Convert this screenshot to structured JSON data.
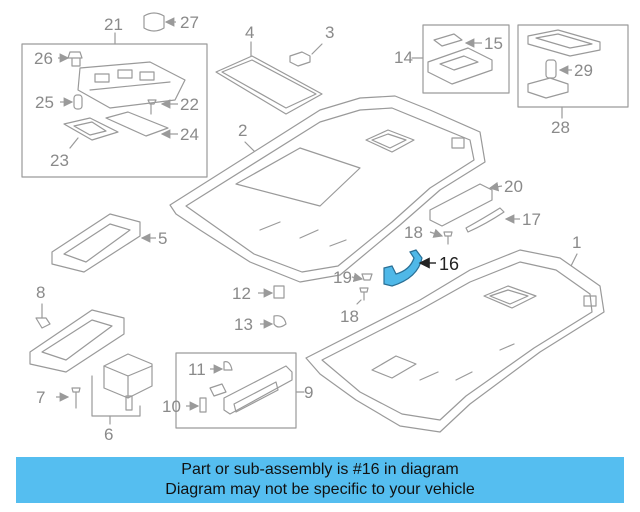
{
  "callouts": {
    "n1": "1",
    "n2": "2",
    "n3": "3",
    "n4": "4",
    "n5": "5",
    "n6": "6",
    "n7": "7",
    "n8": "8",
    "n9": "9",
    "n10": "10",
    "n11": "11",
    "n12": "12",
    "n13": "13",
    "n14": "14",
    "n15": "15",
    "n16": "16",
    "n17": "17",
    "n18a": "18",
    "n18b": "18",
    "n19": "19",
    "n20": "20",
    "n21": "21",
    "n22": "22",
    "n23": "23",
    "n24": "24",
    "n25": "25",
    "n26": "26",
    "n27": "27",
    "n28": "28",
    "n29": "29"
  },
  "banner": {
    "line1": "Part or sub-assembly is #16 in diagram",
    "line2": "Diagram may not be specific to your vehicle"
  },
  "colors": {
    "banner_bg": "#55bef0",
    "highlight_part": "#4fb8e8",
    "line": "#9a9a9a"
  }
}
